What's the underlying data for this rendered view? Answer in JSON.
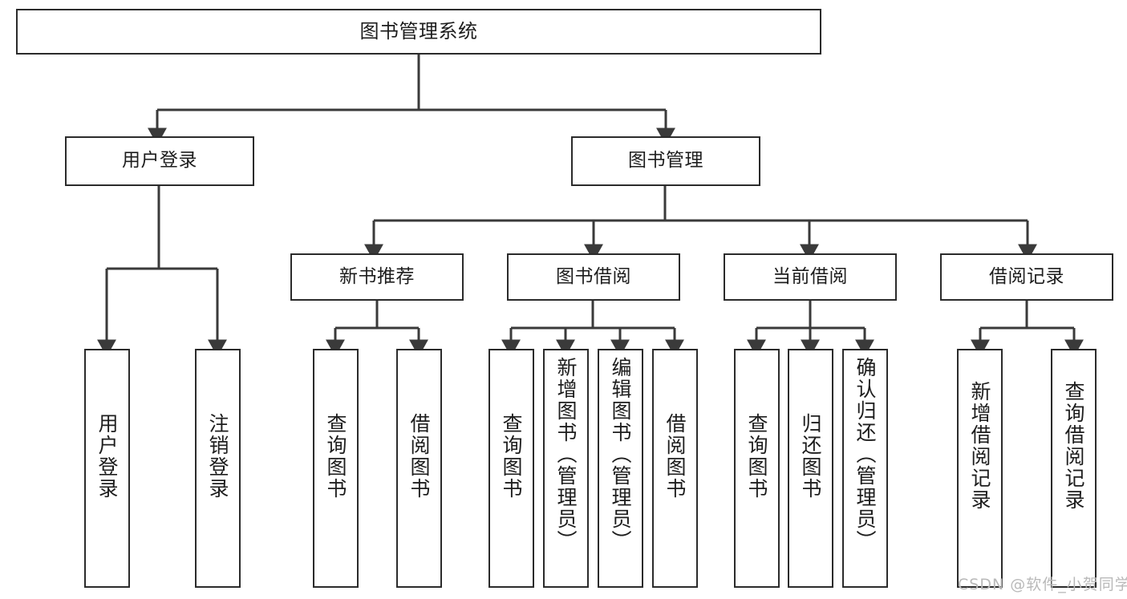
{
  "diagram": {
    "type": "tree-hierarchy-chart",
    "title": "图书管理系统",
    "colors": {
      "box_border": "#2b2b2b",
      "box_fill": "#ffffff",
      "connector": "#3a3a3a",
      "text": "#1d1d1d",
      "watermark": "#b9b9b9",
      "canvas": "#ffffff"
    },
    "root": {
      "id": "root",
      "label": "图书管理系统"
    },
    "level1": [
      {
        "id": "user-login",
        "label": "用户登录"
      },
      {
        "id": "book-manage",
        "label": "图书管理"
      }
    ],
    "level2": [
      {
        "id": "new-book-rec",
        "label": "新书推荐",
        "parent": "book-manage"
      },
      {
        "id": "book-borrow",
        "label": "图书借阅",
        "parent": "book-manage"
      },
      {
        "id": "current-borrow",
        "label": "当前借阅",
        "parent": "book-manage"
      },
      {
        "id": "borrow-record",
        "label": "借阅记录",
        "parent": "book-manage"
      }
    ],
    "leaves": [
      {
        "id": "leaf-user-login",
        "label": "用户登录",
        "parent": "user-login"
      },
      {
        "id": "leaf-user-logout",
        "label": "注销登录",
        "parent": "user-login"
      },
      {
        "id": "leaf-rec-query-book",
        "label": "查询图书",
        "parent": "new-book-rec"
      },
      {
        "id": "leaf-rec-borrow-book",
        "label": "借阅图书",
        "parent": "new-book-rec"
      },
      {
        "id": "leaf-borrow-query-book",
        "label": "查询图书",
        "parent": "book-borrow"
      },
      {
        "id": "leaf-borrow-add-book",
        "label": "新增图书（管理员）",
        "parent": "book-borrow"
      },
      {
        "id": "leaf-borrow-edit-book",
        "label": "编辑图书（管理员）",
        "parent": "book-borrow"
      },
      {
        "id": "leaf-borrow-borrow-book",
        "label": "借阅图书",
        "parent": "book-borrow"
      },
      {
        "id": "leaf-cur-query-book",
        "label": "查询图书",
        "parent": "current-borrow"
      },
      {
        "id": "leaf-cur-return-book",
        "label": "归还图书",
        "parent": "current-borrow"
      },
      {
        "id": "leaf-cur-confirm-return",
        "label": "确认归还（管理员）",
        "parent": "current-borrow"
      },
      {
        "id": "leaf-rec-add-record",
        "label": "新增借阅记录",
        "parent": "borrow-record"
      },
      {
        "id": "leaf-rec-query-record",
        "label": "查询借阅记录",
        "parent": "borrow-record"
      }
    ],
    "watermark": "CSDN @软件_小贺同学"
  }
}
